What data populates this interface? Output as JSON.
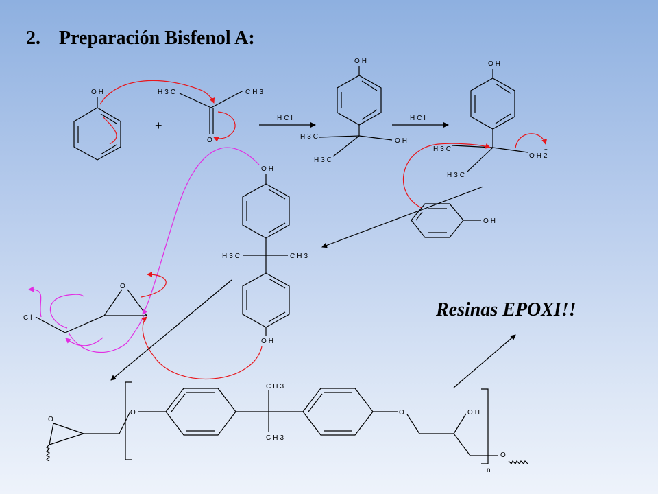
{
  "title": {
    "number": "2.",
    "text": "Preparación Bisfenol A:"
  },
  "caption": "Resinas EPOXI!!",
  "labels": {
    "oh": "OH",
    "h3c": "H3C",
    "ch3": "CH3",
    "o": "O",
    "cl": "Cl",
    "plus": "+",
    "hcl": "HCl",
    "oh2": "OH2",
    "oh2_charge": "+",
    "n": "n"
  },
  "colors": {
    "arrow_red": "#e8161b",
    "arrow_magenta": "#e22de2",
    "text": "#000000"
  }
}
